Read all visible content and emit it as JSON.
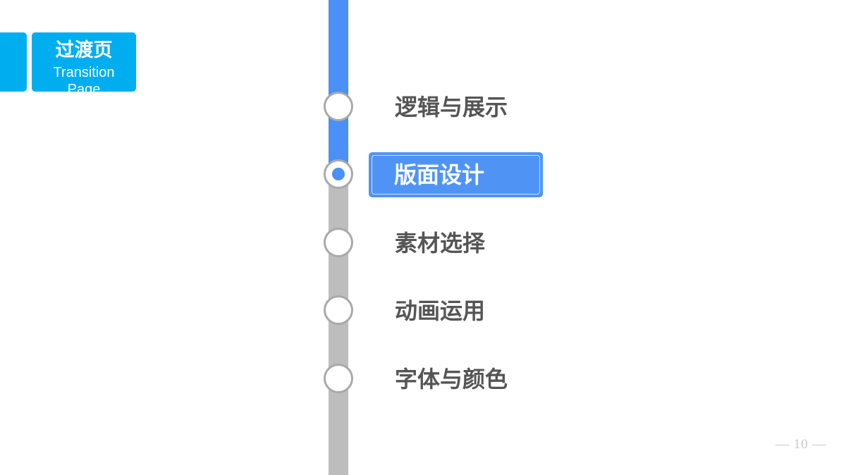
{
  "header": {
    "title": "过渡页",
    "subtitle": "Transition Page",
    "accent_color": "#00AEEF"
  },
  "timeline": {
    "progress_color": "#4A90F7",
    "track_color": "#BDBDBD",
    "active_index": 1,
    "items": [
      {
        "label": "逻辑与展示"
      },
      {
        "label": "版面设计"
      },
      {
        "label": "素材选择"
      },
      {
        "label": "动画运用"
      },
      {
        "label": "字体与颜色"
      }
    ]
  },
  "footer": {
    "page_number": "— 10 —"
  }
}
